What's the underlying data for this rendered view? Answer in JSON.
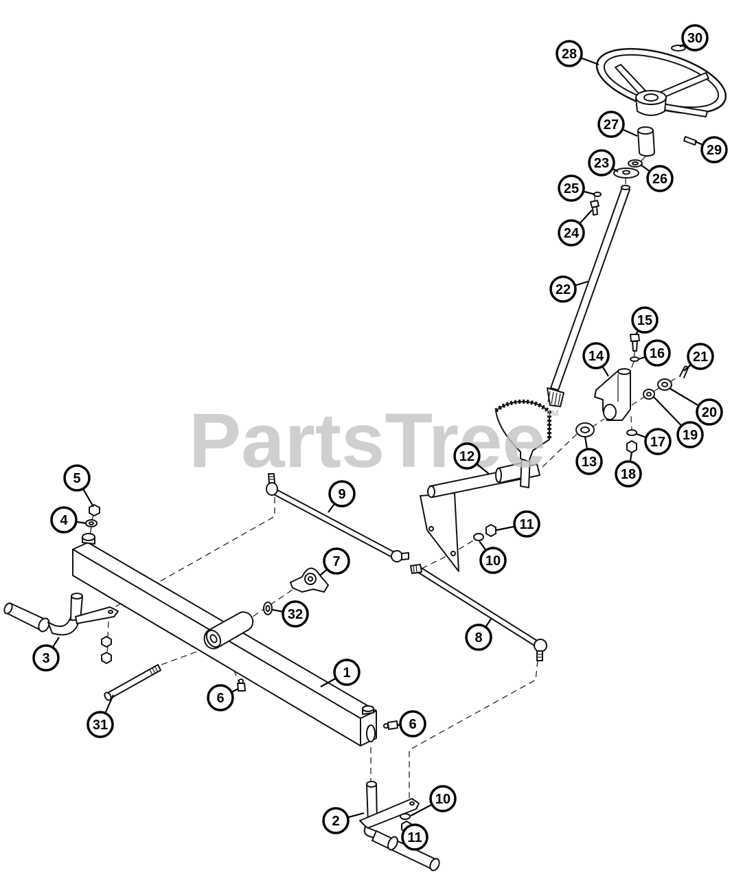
{
  "watermark": {
    "text": "PartsTree",
    "trademark": "TM"
  },
  "callouts": [
    "30",
    "28",
    "27",
    "29",
    "23",
    "26",
    "25",
    "24",
    "22",
    "15",
    "14",
    "16",
    "21",
    "20",
    "19",
    "17",
    "13",
    "18",
    "12",
    "5",
    "9",
    "4",
    "11",
    "10",
    "7",
    "32",
    "8",
    "3",
    "1",
    "6",
    "6",
    "31",
    "10",
    "2",
    "11"
  ]
}
